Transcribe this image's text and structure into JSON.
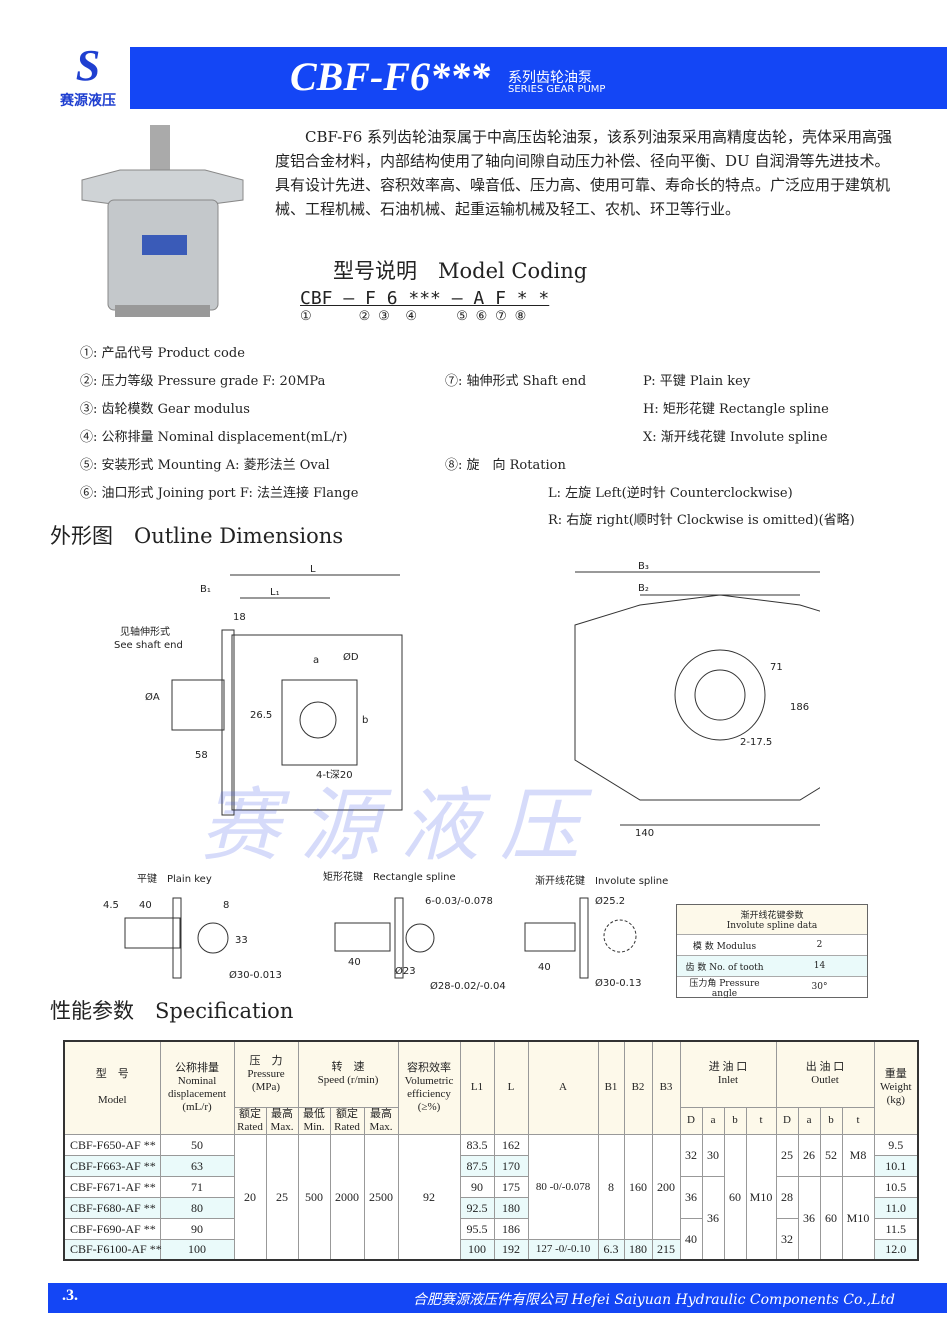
{
  "logo": {
    "letter": "S",
    "name": "赛源液压"
  },
  "header": {
    "title": "CBF-F6***",
    "subtitle_cn": "系列齿轮油泵",
    "subtitle_en": "SERIES GEAR PUMP"
  },
  "intro": "CBF-F6 系列齿轮油泵属于中高压齿轮油泵，该系列油泵采用高精度齿轮，壳体采用高强度铝合金材料，内部结构使用了轴向间隙自动压力补偿、径向平衡、DU 自润滑等先进技术。具有设计先进、容积效率高、噪音低、压力高、使用可靠、寿命长的特点。广泛应用于建筑机械、工程机械、石油机械、起重运输机械及轻工、农机、环卫等行业。",
  "model_coding": {
    "title": "型号说明　Model Coding",
    "code": "CBF — F 6 *** — A F * *",
    "numbers": "①      ② ③  ④     ⑤ ⑥ ⑦ ⑧"
  },
  "coding_items": [
    "①: 产品代号 Product code",
    "②: 压力等级 Pressure grade F: 20MPa",
    "③: 齿轮模数 Gear modulus",
    "④: 公称排量 Nominal displacement(mL/r)",
    "⑤: 安装形式 Mounting  A: 菱形法兰 Oval",
    "⑥: 油口形式 Joining port  F: 法兰连接 Flange",
    "⑦: 轴伸形式 Shaft end",
    "P: 平键 Plain key",
    "H: 矩形花键 Rectangle spline",
    "X: 渐开线花键 Involute spline",
    "⑧: 旋　向 Rotation",
    "L: 左旋 Left(逆时针 Counterclockwise)",
    "R: 右旋 right(顺时针 Clockwise is omitted)(省略)"
  ],
  "outline_title": "外形图　Outline Dimensions",
  "drawing": {
    "L": "L",
    "L1": "L₁",
    "B1": "B₁",
    "d18": "18",
    "shaft_note_cn": "见轴伸形式",
    "shaft_note_en": "See shaft end",
    "a": "a",
    "D": "ØD",
    "A": "ØA",
    "d26": "26.5",
    "b": "b",
    "d58": "58",
    "holes": "4-t深20",
    "B3": "B₃",
    "B2": "B₂",
    "d71": "71",
    "d186": "186",
    "d2175": "2-17.5",
    "d140": "140"
  },
  "shafts": {
    "plain": {
      "title": "平键　Plain key",
      "d45": "4.5",
      "d40": "40",
      "d8": "8",
      "d33": "33",
      "dia": "Ø30-0.013"
    },
    "rect": {
      "title": "矩形花键　Rectangle spline",
      "w": "6-0.03/-0.078",
      "d40": "40",
      "d23": "Ø23",
      "dia": "Ø28-0.02/-0.04"
    },
    "invol": {
      "title": "渐开线花键　Involute spline",
      "d252": "Ø25.2",
      "d40": "40",
      "dia": "Ø30-0.13"
    }
  },
  "spline_data": {
    "title_cn": "渐开线花键参数",
    "title_en": "Involute  spline data",
    "rows": [
      [
        "模 数 Modulus",
        "2"
      ],
      [
        "齿 数 No. of tooth",
        "14"
      ],
      [
        "压力角 Pressure angle",
        "30°"
      ]
    ]
  },
  "spec_title": "性能参数　Specification",
  "table": {
    "h": {
      "model": "型　号",
      "model_en": "Model",
      "disp": "公称排量",
      "disp_en": "Nominal displacement (mL/r)",
      "press": "压　力",
      "press_en": "Pressure (MPa)",
      "speed": "转　速",
      "speed_en": "Speed (r/min)",
      "eff": "容积效率",
      "eff_en": "Volumetric efficiency (≥%)",
      "L1": "L1",
      "L": "L",
      "A": "A",
      "B1": "B1",
      "B2": "B2",
      "B3": "B3",
      "inlet": "进 油 口",
      "inlet_en": "Inlet",
      "outlet": "出 油 口",
      "outlet_en": "Outlet",
      "weight": "重量",
      "weight_en": "Weight (kg)",
      "rated": "额定 Rated",
      "max": "最高 Max.",
      "min": "最低 Min.",
      "D": "D",
      "a": "a",
      "b": "b",
      "t": "t"
    },
    "rows": [
      {
        "model": "CBF-F650-AF **",
        "disp": "50",
        "L1": "83.5",
        "L": "162",
        "w": "9.5"
      },
      {
        "model": "CBF-F663-AF **",
        "disp": "63",
        "L1": "87.5",
        "L": "170",
        "w": "10.1"
      },
      {
        "model": "CBF-F671-AF **",
        "disp": "71",
        "L1": "90",
        "L": "175",
        "w": "10.5"
      },
      {
        "model": "CBF-F680-AF **",
        "disp": "80",
        "L1": "92.5",
        "L": "180",
        "w": "11.0"
      },
      {
        "model": "CBF-F690-AF **",
        "disp": "90",
        "L1": "95.5",
        "L": "186",
        "w": "11.5"
      },
      {
        "model": "CBF-F6100-AF **",
        "disp": "100",
        "L1": "100",
        "L": "192",
        "w": "12.0"
      }
    ],
    "shared": {
      "p_rated": "20",
      "p_max": "25",
      "s_min": "500",
      "s_rated": "2000",
      "s_max": "2500",
      "eff": "92",
      "A1": "80 -0/-0.078",
      "A2": "127 -0/-0.10",
      "B1a": "8",
      "B1b": "6.3",
      "B2a": "160",
      "B2b": "180",
      "B3a": "200",
      "B3b": "215",
      "inD": [
        "32",
        "36",
        "40"
      ],
      "ina": [
        "30",
        "36"
      ],
      "inb": "60",
      "int": "M10",
      "outD": [
        "25",
        "28",
        "32"
      ],
      "outa": [
        "26",
        "36"
      ],
      "outb": [
        "52",
        "60"
      ],
      "outt": [
        "M8",
        "M10"
      ]
    }
  },
  "footer": {
    "page": ".3.",
    "company": "合肥赛源液压件有限公司 Hefei Saiyuan Hydraulic Components Co.,Ltd"
  },
  "watermark": "赛源液压"
}
